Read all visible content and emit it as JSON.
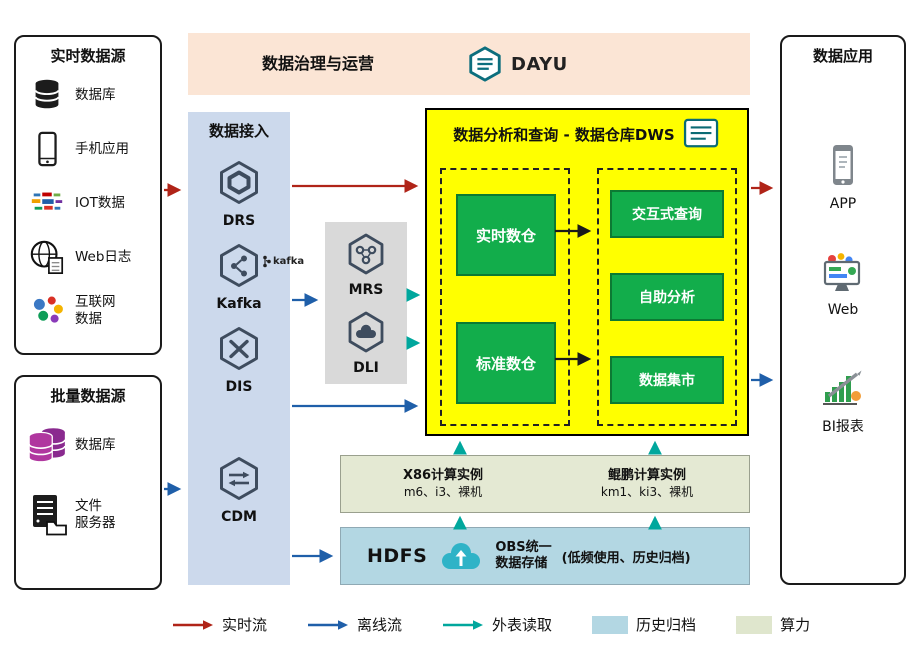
{
  "colors": {
    "realtime_flow": "#b02418",
    "offline_flow": "#1f5fa9",
    "external_read": "#00a79d",
    "archive_swatch": "#b3d7e3",
    "compute_swatch": "#dfe6cd",
    "dws_background": "#ffff00",
    "green_box": "#12ad4b",
    "ingestion_background": "#ccd9ec",
    "governance_background": "#fbe5d5"
  },
  "realtime_sources": {
    "title": "实时数据源",
    "items": [
      {
        "label": "数据库"
      },
      {
        "label": "手机应用"
      },
      {
        "label": "IOT数据"
      },
      {
        "label": "Web日志"
      },
      {
        "label": "互联网\n数据"
      }
    ]
  },
  "batch_sources": {
    "title": "批量数据源",
    "items": [
      {
        "label": "数据库"
      },
      {
        "label": "文件\n服务器"
      }
    ]
  },
  "governance": {
    "title": "数据治理与运营",
    "logo_text": "DAYU"
  },
  "ingestion": {
    "title": "数据接入",
    "services": [
      {
        "label": "DRS"
      },
      {
        "label": "Kafka",
        "badge": "kafka"
      },
      {
        "label": "DIS"
      },
      {
        "label": "CDM"
      }
    ]
  },
  "data_lake": {
    "services": [
      {
        "label": "MRS"
      },
      {
        "label": "DLI"
      }
    ]
  },
  "dws": {
    "title": "数据分析和查询 - 数据仓库DWS",
    "warehouses": [
      "实时数仓",
      "标准数仓"
    ],
    "services": [
      "交互式查询",
      "自助分析",
      "数据集市"
    ]
  },
  "compute": {
    "x86": {
      "title": "X86计算实例",
      "subtitle": "m6、i3、裸机"
    },
    "kunpeng": {
      "title": "鲲鹏计算实例",
      "subtitle": "km1、ki3、裸机"
    }
  },
  "storage": {
    "hdfs": "HDFS",
    "obs": "OBS统一\n数据存储",
    "note": "(低频使用、历史归档)"
  },
  "applications": {
    "title": "数据应用",
    "items": [
      {
        "label": "APP"
      },
      {
        "label": "Web"
      },
      {
        "label": "BI报表"
      }
    ]
  },
  "legend": {
    "realtime": "实时流",
    "offline": "离线流",
    "external": "外表读取",
    "archive": "历史归档",
    "compute": "算力"
  }
}
